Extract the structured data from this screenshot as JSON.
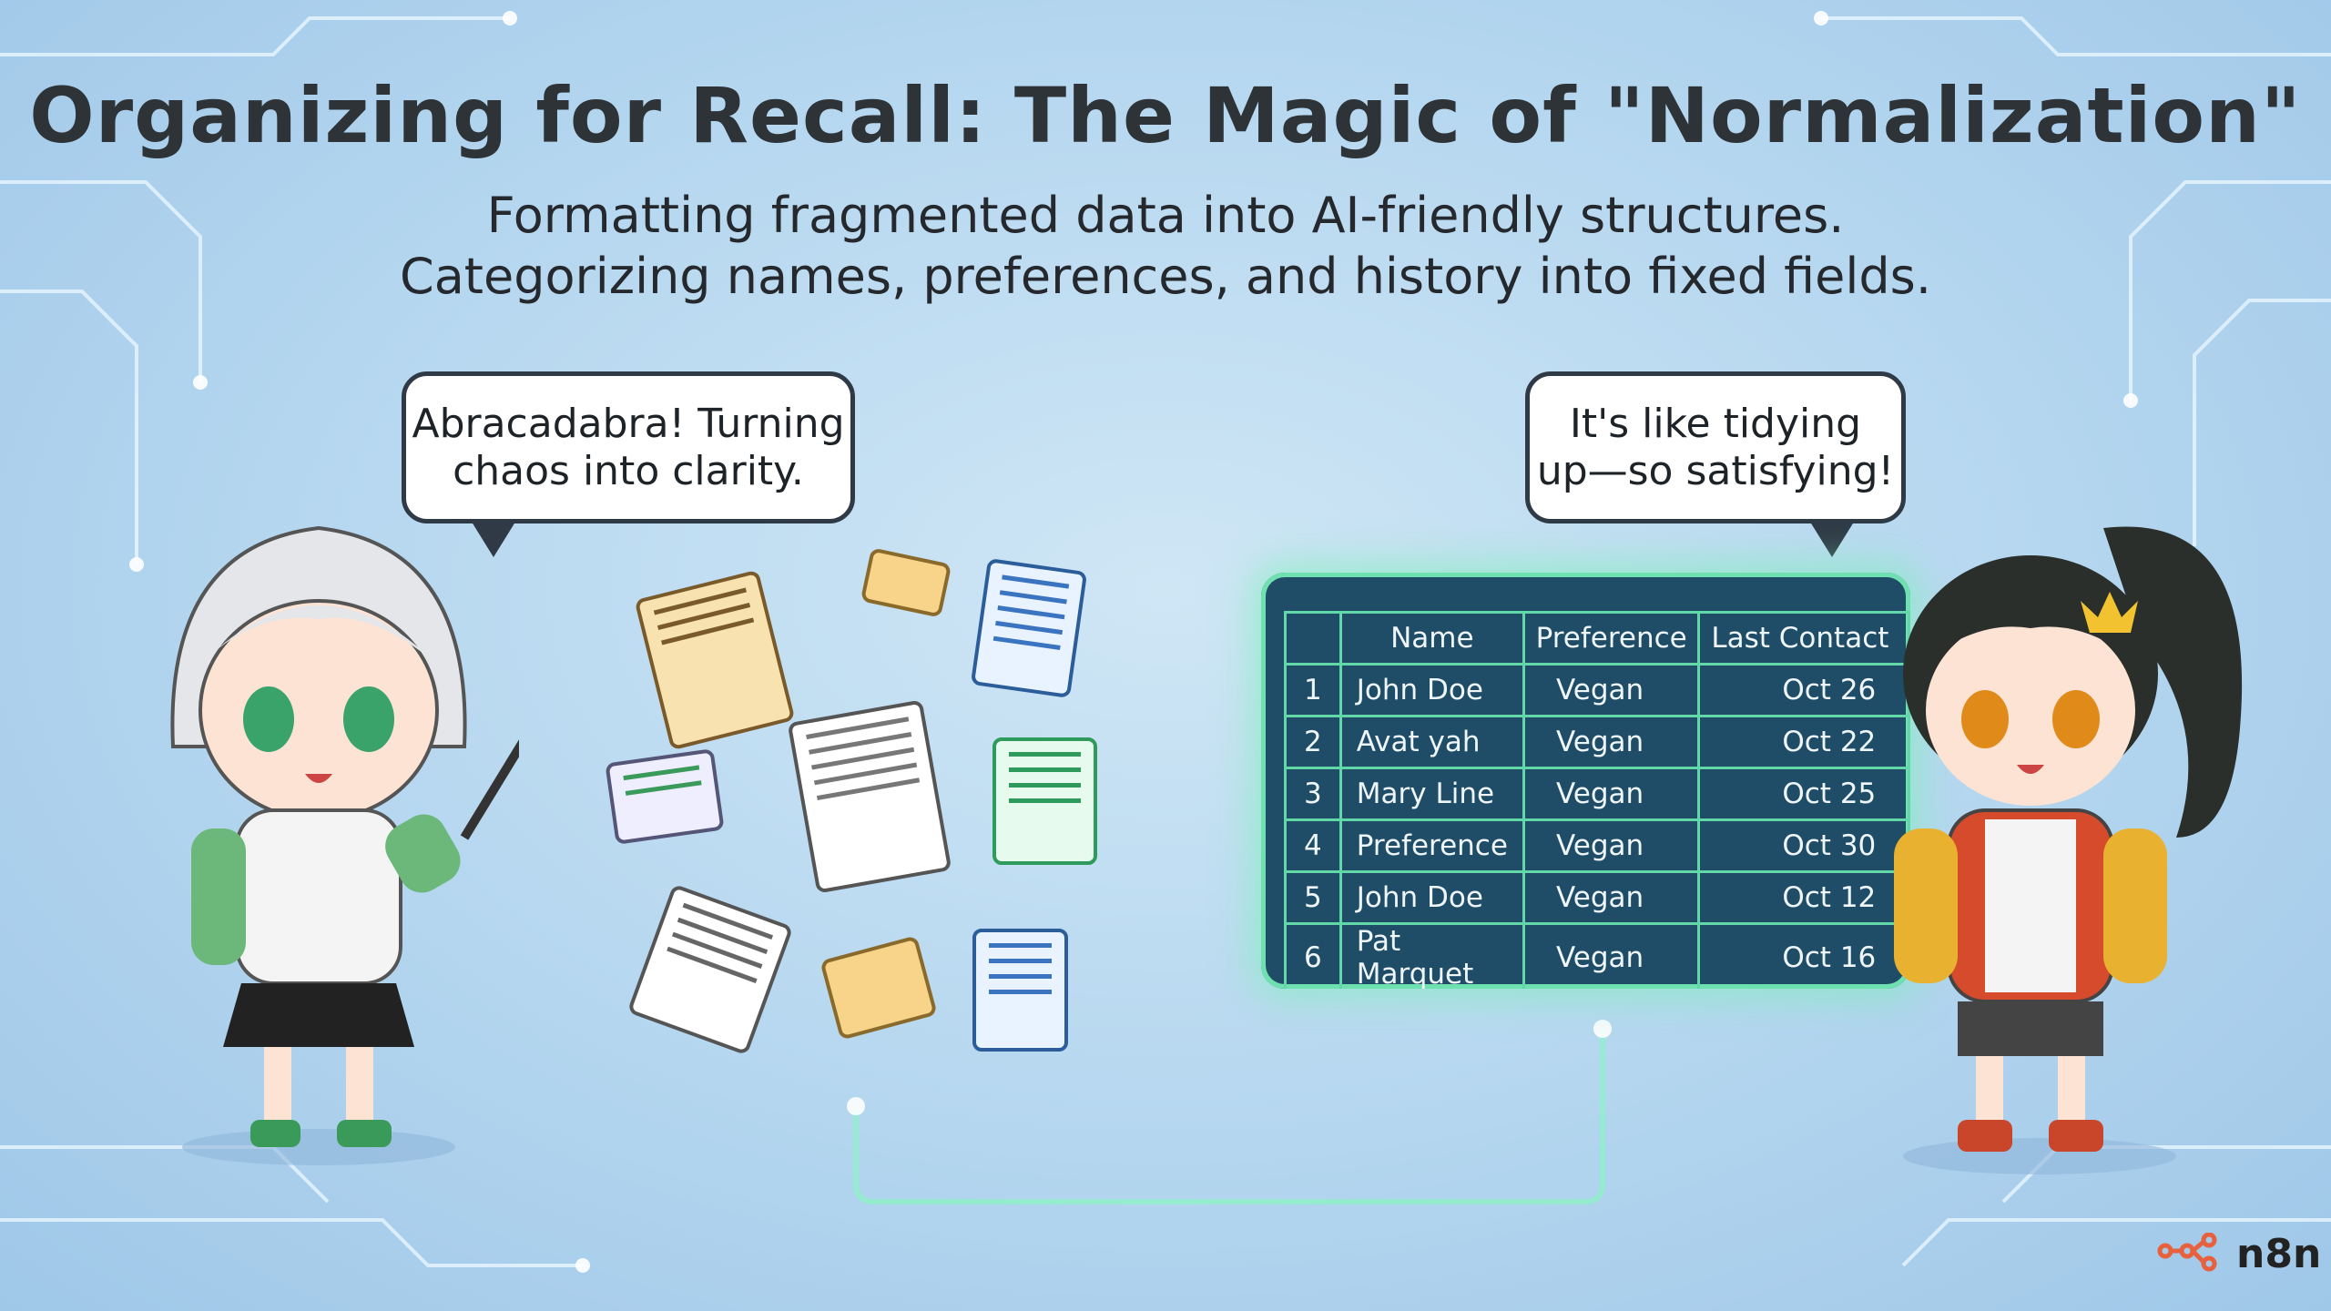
{
  "header": {
    "title": "Organizing for Recall: The Magic of \"Normalization\"",
    "subtitle_line1": "Formatting fragmented data into AI-friendly structures.",
    "subtitle_line2": "Categorizing names, preferences, and history into fixed fields."
  },
  "bubbles": {
    "left_line1": "Abracadabra! Turning",
    "left_line2": "chaos into clarity.",
    "right_line1": "It's like tidying",
    "right_line2": "up—so satisfying!"
  },
  "table": {
    "headers": [
      "",
      "Name",
      "Preference",
      "Last Contact"
    ],
    "rows": [
      [
        "1",
        "John Doe",
        "Vegan",
        "Oct 26"
      ],
      [
        "2",
        "Avat yah",
        "Vegan",
        "Oct 22"
      ],
      [
        "3",
        "Mary Line",
        "Vegan",
        "Oct 25"
      ],
      [
        "4",
        "Preference",
        "Vegan",
        "Oct 30"
      ],
      [
        "5",
        "John Doe",
        "Vegan",
        "Oct 12"
      ],
      [
        "6",
        "Pat Marquet",
        "Vegan",
        "Oct 16"
      ]
    ]
  },
  "logo": {
    "text": "n8n"
  },
  "colors": {
    "accent_green": "#62d8a8",
    "panel": "#1f4c66",
    "logo": "#e8613f"
  }
}
